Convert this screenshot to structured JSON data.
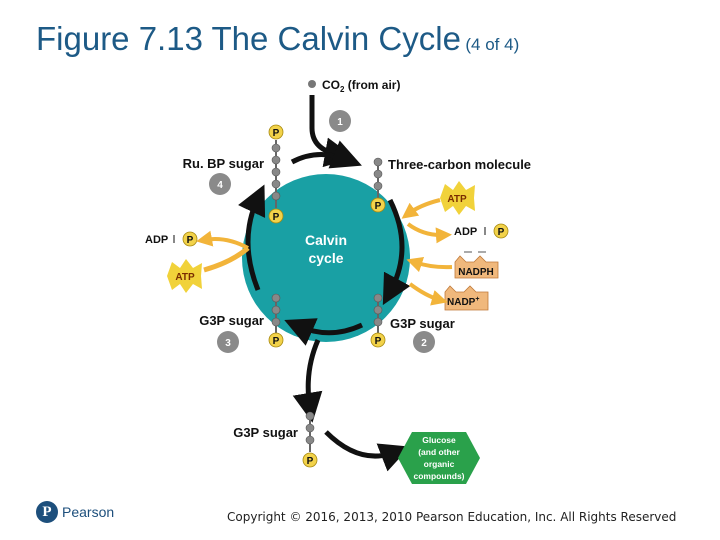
{
  "title": {
    "main": "Figure 7.13 The Calvin Cycle",
    "sub": "(4 of 4)"
  },
  "diagram": {
    "co2_label": "CO",
    "co2_subscript": "2",
    "co2_suffix": " (from air)",
    "rubp_label": "Ru. BP sugar",
    "three_carbon_label": "Three-carbon molecule",
    "cycle_line1": "Calvin",
    "cycle_line2": "cycle",
    "g3p_left": "G3P sugar",
    "g3p_right": "G3P sugar",
    "g3p_bottom": "G3P sugar",
    "adp_left": "ADP",
    "adp_right": "ADP",
    "atp_left": "ATP",
    "atp_right": "ATP",
    "nadph": "NADPH",
    "nadp_plus": "NADP",
    "nadp_sup": "+",
    "phosphate": "P",
    "steps": [
      "1",
      "2",
      "3",
      "4"
    ],
    "glucose": {
      "line1": "Glucose",
      "line2": "(and other",
      "line3": "organic",
      "line4": "compounds)"
    }
  },
  "footer": {
    "copyright": "Copyright © 2016, 2013, 2010 Pearson Education, Inc. All Rights Reserved",
    "logo_mark": "P",
    "logo_word": "Pearson"
  },
  "colors": {
    "title": "#1d5a86",
    "cycle": "#19a0a4",
    "arrow": "#111111",
    "phosphate": "#f2d24a",
    "atp": "#f1d23a",
    "energy_arrow": "#f2b43a",
    "nadph": "#f0b87c",
    "glucose": "#2aa14b",
    "step_marker": "#8a8a8a"
  },
  "icons": [
    "pearson-logo-icon",
    "phosphate-icon",
    "carbon-atom-icon"
  ]
}
